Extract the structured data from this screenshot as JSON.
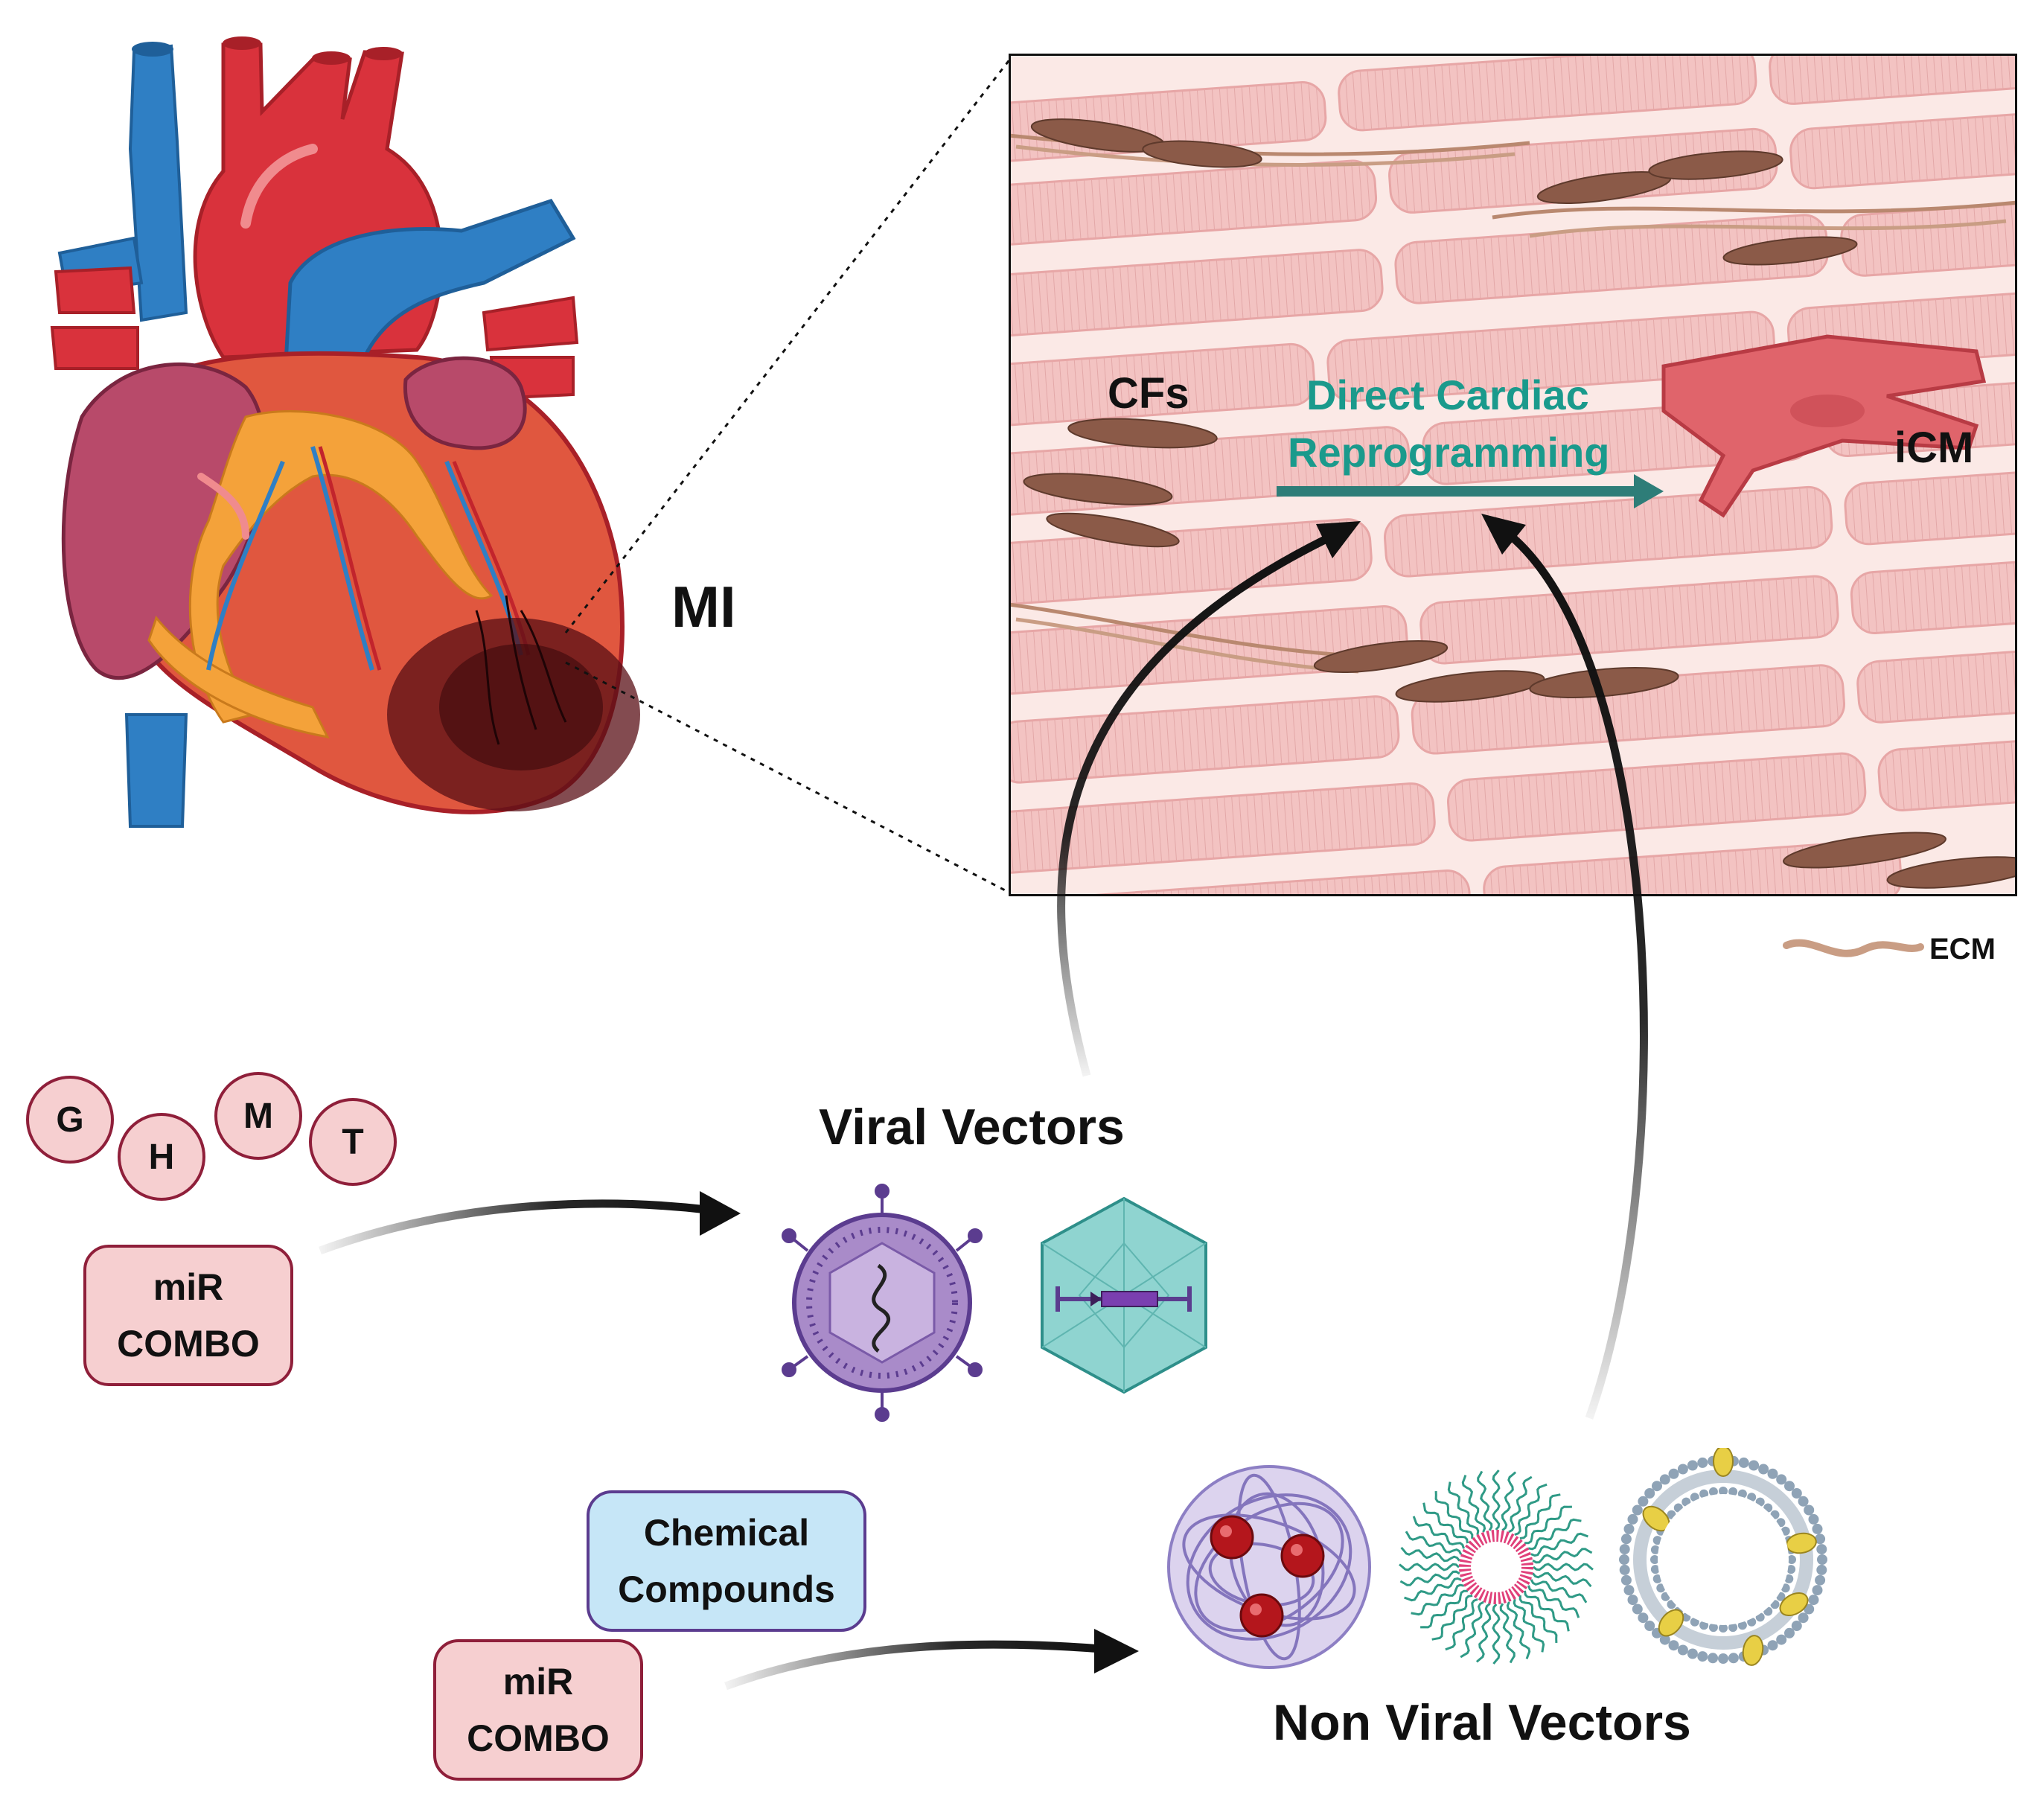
{
  "labels": {
    "mi": "MI",
    "cfs": "CFs",
    "process_line1": "Direct Cardiac",
    "process_line2": "Reprogramming",
    "icm": "iCM",
    "ecm": "ECM",
    "viral_vectors": "Viral Vectors",
    "non_viral_vectors": "Non Viral Vectors"
  },
  "factors": [
    "G",
    "H",
    "M",
    "T"
  ],
  "boxes": {
    "mir_combo_1": [
      "miR",
      "COMBO"
    ],
    "chemical_compounds": [
      "Chemical",
      "Compounds"
    ],
    "mir_combo_2": [
      "miR",
      "COMBO"
    ]
  },
  "colors": {
    "process_text": "#1a9a8c",
    "process_arrow": "#2e7d78",
    "pill_fill": "#f6cfd0",
    "pill_border": "#8f1f3a",
    "chem_fill": "#c6e6f7",
    "tissue": "#f3c3c2",
    "fibroblast": "#8b5a48",
    "icm_cell": "#e0646b",
    "vein": "#2f7fc4",
    "artery": "#d9323c"
  },
  "icons": [
    "heart-illustration",
    "cardiac-tissue-panel",
    "enveloped-virus-icon",
    "aav-capsid-icon",
    "polymer-nanoparticle-icon",
    "micelle-icon",
    "liposome-icon",
    "ecm-fiber-icon"
  ]
}
